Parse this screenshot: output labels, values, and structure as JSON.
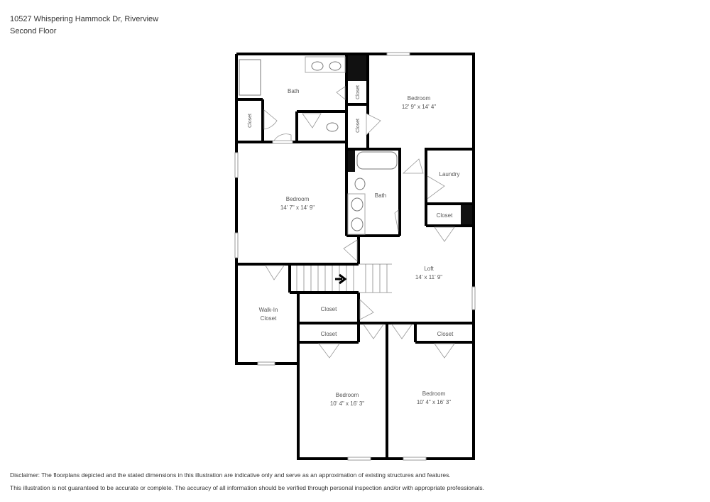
{
  "header": {
    "address": "10527 Whispering Hammock Dr, Riverview",
    "floor": "Second Floor"
  },
  "rooms": {
    "bath_top": {
      "name": "Bath"
    },
    "closet_tl": {
      "name": "Closet"
    },
    "closet_top_small": {
      "name": "Closet"
    },
    "closet_top_mid": {
      "name": "Closet"
    },
    "bedroom_ne": {
      "name": "Bedroom",
      "dims": "12' 9\" x 14' 4\""
    },
    "bedroom_w": {
      "name": "Bedroom",
      "dims": "14' 7\" x 14' 9\""
    },
    "bath_mid": {
      "name": "Bath"
    },
    "laundry": {
      "name": "Laundry"
    },
    "closet_laundry": {
      "name": "Closet"
    },
    "loft": {
      "name": "Loft",
      "dims": "14' x 11' 9\""
    },
    "walkin": {
      "name1": "Walk-In",
      "name2": "Closet"
    },
    "closet_stair": {
      "name": "Closet"
    },
    "closet_sw": {
      "name": "Closet"
    },
    "closet_se": {
      "name": "Closet"
    },
    "bedroom_sw": {
      "name": "Bedroom",
      "dims": "10' 4\" x 16' 3\""
    },
    "bedroom_se": {
      "name": "Bedroom",
      "dims": "10' 4\" x 16' 3\""
    }
  },
  "disclaimer": {
    "line1": "Disclaimer: The floorplans depicted and the stated dimensions in this illustration are indicative only and serve as an approximation of existing structures and features.",
    "line2": "This illustration is not guaranteed to be accurate or complete. The accuracy of all information should be verified through personal inspection and/or with appropriate professionals."
  }
}
